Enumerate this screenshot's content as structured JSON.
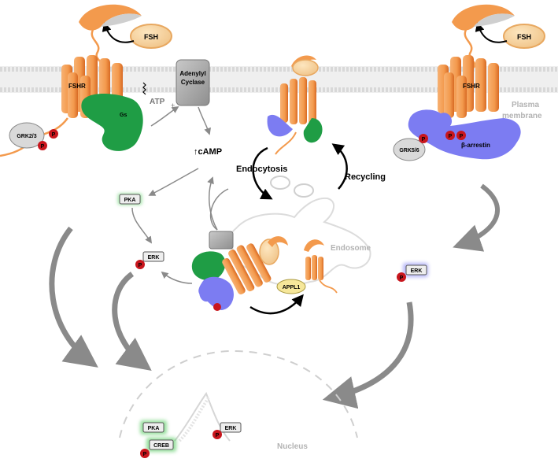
{
  "labels": {
    "fsh_left": "FSH",
    "fsh_right": "FSH",
    "fshr_left": "FSHR",
    "fshr_right": "FSHR",
    "gs": "Gs",
    "atp": "ATP",
    "adenylyl_line1": "Adenylyl",
    "adenylyl_line2": "Cyclase",
    "camp": "↑cAMP",
    "grk23": "GRK2/3",
    "grk56": "GRK5/6",
    "barrestin": "β-arrestin",
    "plasma_line1": "Plasma",
    "plasma_line2": "membrane",
    "endocytosis": "Endocytosis",
    "recycling": "Recycling",
    "endosome": "Endosome",
    "appl1": "APPL1",
    "pka_top": "PKA",
    "erk_left": "ERK",
    "erk_right": "ERK",
    "pka_nucleus": "PKA",
    "creb": "CREB",
    "erk_nucleus": "ERK",
    "nucleus": "Nucleus",
    "phospho": "P"
  },
  "colors": {
    "receptor": "#f39a4d",
    "receptor_dark": "#e0732a",
    "gs": "#1f9d45",
    "barrestin": "#7c7cf2",
    "phospho": "#c8161d",
    "arrow": "#8a8a8a",
    "membrane": "#dcdcdc"
  }
}
